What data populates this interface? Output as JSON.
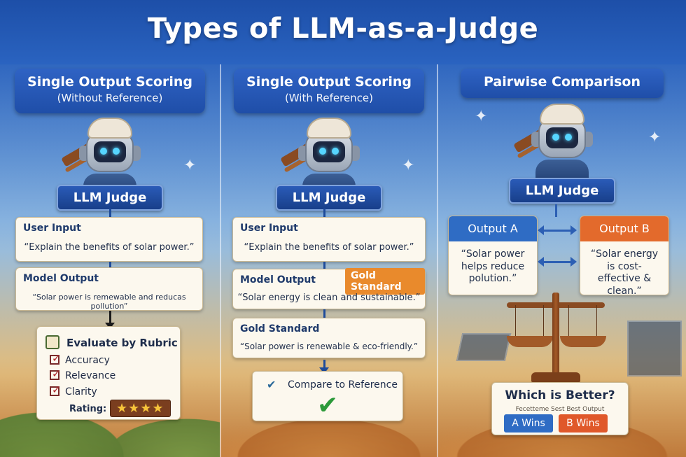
{
  "title": "Types of LLM-as-a-Judge",
  "columns": [
    {
      "header_title": "Single Output Scoring",
      "header_sub": "(Without Reference)",
      "judge_label": "LLM Judge",
      "user_input_label": "User Input",
      "user_input_text": "“Explain the benefits of solar power.”",
      "model_output_label": "Model Output",
      "model_output_text": "“Solar power is remewable and reducas pollution”",
      "rubric_title": "Evaluate by Rubric",
      "rubric_items": [
        "Accuracy",
        "Relevance",
        "Clarity"
      ],
      "rating_label": "Rating:",
      "rating_stars": "★★★★",
      "rating_value": 4
    },
    {
      "header_title": "Single Output Scoring",
      "header_sub": "(With Reference)",
      "judge_label": "LLM Judge",
      "user_input_label": "User Input",
      "user_input_text": "“Explain the benefits of solar power.”",
      "model_output_label": "Model Output",
      "gold_badge": "Gold Standard",
      "model_output_text": "“Solar energy is clean and sustainable.”",
      "gold_label": "Gold Standard",
      "gold_text": "“Solar power is renewable & eco-friendly.”",
      "compare_label": "Compare to Reference",
      "compare_check": "✔"
    },
    {
      "header_title": "Pairwise Comparison",
      "judge_label": "LLM Judge",
      "output_a_label": "Output A",
      "output_a_text": "“Solar power helps reduce polution.”",
      "output_b_label": "Output B",
      "output_b_text": "“Solar energy is cost-effective & clean.”",
      "which_title": "Which is Better?",
      "which_sub": "Fecetteme Sest Best Output",
      "a_wins": "A Wins",
      "b_wins": "B Wins"
    }
  ],
  "icons": {
    "check_mark_icon": "✔",
    "sparkle_icon": "✦"
  },
  "colors": {
    "header_blue": "#1f4ea8",
    "gold_orange": "#e98a2c",
    "output_a_blue": "#2f6cc4",
    "output_b_orange": "#e36a2c",
    "check_green": "#2c9a3a"
  }
}
